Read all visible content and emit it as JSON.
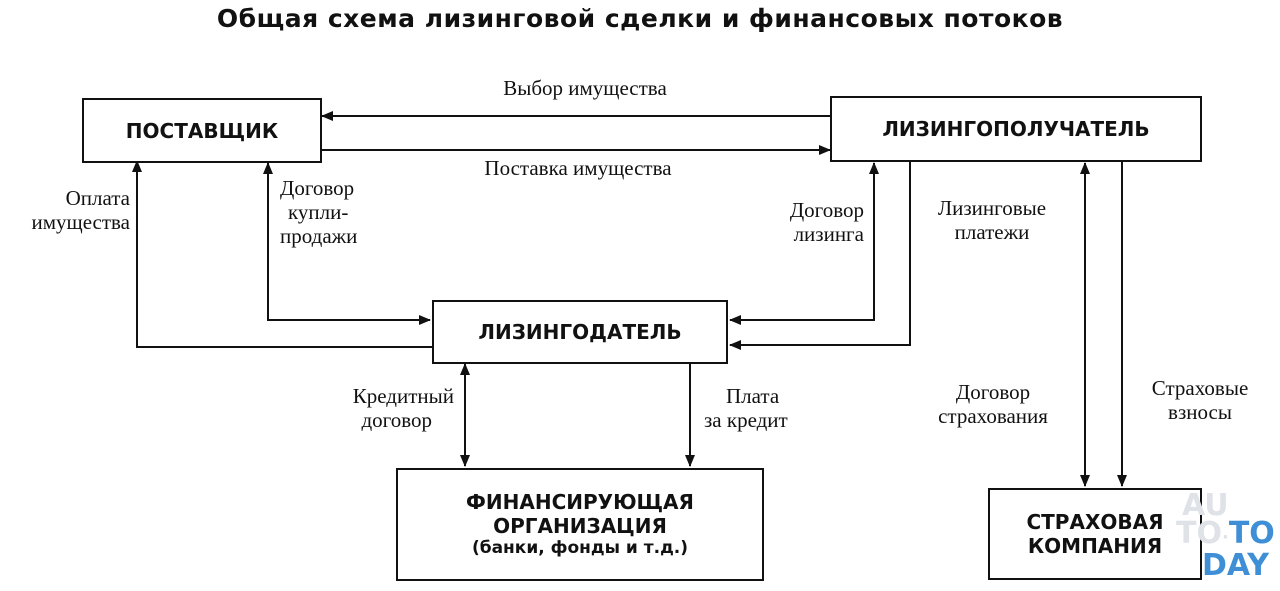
{
  "title": "Общая схема лизинговой сделки и финансовых потоков",
  "nodes": {
    "supplier": "ПОСТАВЩИК",
    "lessee": "ЛИЗИНГОПОЛУЧАТЕЛЬ",
    "lessor": "ЛИЗИНГОДАТЕЛЬ",
    "finance": {
      "line1": "ФИНАНСИРУЮЩАЯ",
      "line2": "ОРГАНИЗАЦИЯ",
      "line3": "(банки, фонды и т.д.)"
    },
    "insurance": {
      "line1": "СТРАХОВАЯ",
      "line2": "КОМПАНИЯ"
    }
  },
  "edges": {
    "choice": "Выбор имущества",
    "delivery": "Поставка имущества",
    "payment": {
      "line1": "Оплата",
      "line2": "имущества"
    },
    "sale_contract": {
      "line1": "Договор",
      "line2": "купли-",
      "line3": "продажи"
    },
    "lease_contract": {
      "line1": "Договор",
      "line2": "лизинга"
    },
    "lease_payments": {
      "line1": "Лизинговые",
      "line2": "платежи"
    },
    "credit_contract": {
      "line1": "Кредитный",
      "line2": "договор"
    },
    "credit_fee": {
      "line1": "Плата",
      "line2": "за кредит"
    },
    "insurance_contract": {
      "line1": "Договор",
      "line2": "страхования"
    },
    "insurance_premiums": {
      "line1": "Страховые",
      "line2": "взносы"
    }
  },
  "watermark": {
    "part1": "AU",
    "part2": "TO",
    "part3": "TO",
    "part4": "DAY"
  }
}
